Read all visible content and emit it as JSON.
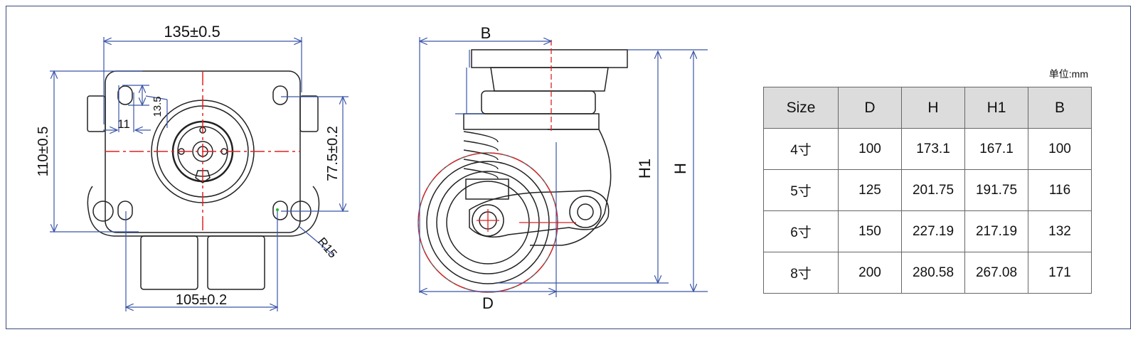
{
  "top_view": {
    "dims": {
      "width_overall": "135±0.5",
      "height_overall": "110±0.5",
      "hole_spacing_vertical": "77.5±0.2",
      "hole_spacing_horizontal": "105±0.2",
      "slot_width": "11",
      "slot_length": "13.5",
      "corner_radius": "R15"
    }
  },
  "side_view": {
    "labels": {
      "B": "B",
      "D": "D",
      "H1": "H1",
      "H": "H"
    }
  },
  "spec_table": {
    "unit": "单位:mm",
    "headers": [
      "Size",
      "D",
      "H",
      "H1",
      "B"
    ],
    "rows": [
      [
        "4寸",
        "100",
        "173.1",
        "167.1",
        "100"
      ],
      [
        "5寸",
        "125",
        "201.75",
        "191.75",
        "116"
      ],
      [
        "6寸",
        "150",
        "227.19",
        "217.19",
        "132"
      ],
      [
        "8寸",
        "200",
        "280.58",
        "267.08",
        "171"
      ]
    ]
  },
  "colors": {
    "dimension": "#3b56a8",
    "centerline": "#e02020",
    "outline": "#222222",
    "header_bg": "#dcdcdc"
  }
}
